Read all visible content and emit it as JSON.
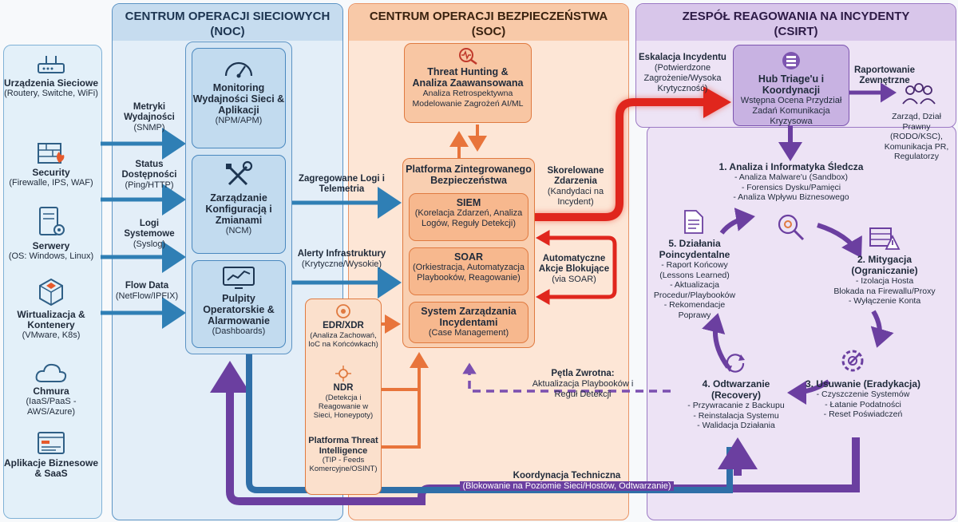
{
  "noc": {
    "header_line1": "CENTRUM OPERACJI SIECIOWYCH",
    "header_line2": "(NOC)"
  },
  "soc": {
    "header_line1": "CENTRUM OPERACJI BEZPIECZEŃSTWA",
    "header_line2": "(SOC)"
  },
  "csirt": {
    "header_line1": "ZESPÓŁ REAGOWANIA NA INCYDENTY",
    "header_line2": "(CSIRT)"
  },
  "sources": [
    {
      "title": "Urządzenia Sieciowe",
      "sub": "(Routery, Switche, WiFi)"
    },
    {
      "title": "Security",
      "sub": "(Firewalle, IPS, WAF)"
    },
    {
      "title": "Serwery",
      "sub": "(OS: Windows, Linux)"
    },
    {
      "title": "Wirtualizacja & Kontenery",
      "sub": "(VMware, K8s)"
    },
    {
      "title": "Chmura",
      "sub": "(IaaS/PaaS - AWS/Azure)"
    },
    {
      "title": "Aplikacje Biznesowe & SaaS",
      "sub": ""
    }
  ],
  "flows_left": [
    {
      "title": "Metryki Wydajności",
      "sub": "(SNMP)"
    },
    {
      "title": "Status Dostępności",
      "sub": "(Ping/HTTP)"
    },
    {
      "title": "Logi Systemowe",
      "sub": "(Syslog)"
    },
    {
      "title": "Flow Data",
      "sub": "(NetFlow/IPFIX)"
    }
  ],
  "noc_boxes": [
    {
      "title": "Monitoring Wydajności Sieci & Aplikacji",
      "sub": "(NPM/APM)"
    },
    {
      "title": "Zarządzanie Konfiguracją i Zmianami",
      "sub": "(NCM)"
    },
    {
      "title": "Pulpity Operatorskie & Alarmowanie",
      "sub": "(Dashboards)"
    }
  ],
  "noc_to_soc": [
    {
      "title": "Zagregowane Logi i Telemetria",
      "sub": ""
    },
    {
      "title": "Alerty Infrastruktury",
      "sub": "(Krytyczne/Wysokie)"
    }
  ],
  "threat_hunting": {
    "title": "Threat Hunting & Analiza Zaawansowana",
    "sub": "Analiza Retrospektywna Modelowanie Zagrożeń AI/ML"
  },
  "platform": {
    "title": "Platforma Zintegrowanego Bezpieczeństwa"
  },
  "siem": {
    "title": "SIEM",
    "sub": "(Korelacja Zdarzeń, Analiza Logów, Reguły Detekcji)"
  },
  "soar": {
    "title": "SOAR",
    "sub": "(Orkiestracja, Automatyzacja Playbooków, Reagowanie)"
  },
  "case_mgmt": {
    "title": "System Zarządzania Incydentami",
    "sub": "(Case Management)"
  },
  "edr": {
    "title": "EDR/XDR",
    "sub": "(Analiza Zachowań, IoC na Końcówkach)"
  },
  "ndr": {
    "title": "NDR",
    "sub": "(Detekcja i Reagowanie w Sieci, Honeypoty)"
  },
  "tip": {
    "title": "Platforma Threat Intelligence",
    "sub": "(TIP - Feeds Komercyjne/OSINT)"
  },
  "scored_events": {
    "title": "Skorelowane Zdarzenia",
    "sub": "(Kandydaci na Incydent)"
  },
  "auto_block": {
    "title": "Automatyczne Akcje Blokujące",
    "sub": "(via SOAR)"
  },
  "feedback": {
    "title": "Pętla Zwrotna:",
    "sub": "Aktualizacja Playbooków i Reguł Detekcji"
  },
  "escalation": {
    "title": "Eskalacja Incydentu",
    "sub": "(Potwierdzone Zagrożenie/Wysoka Krytyczność)"
  },
  "hub": {
    "title": "Hub Triage'u i Koordynacji",
    "sub": "Wstępna Ocena Przydział Zadań Komunikacja Kryzysowa"
  },
  "reporting": {
    "title": "Raportowanie Zewnętrzne",
    "sub": "Zarząd, Dział Prawny (RODO/KSC), Komunikacja PR, Regulatorzy"
  },
  "steps": [
    {
      "title": "1. Analiza i Informatyka Śledcza",
      "items": [
        "- Analiza Malware'u (Sandbox)",
        "- Forensics Dysku/Pamięci",
        "- Analiza Wpływu Biznesowego"
      ]
    },
    {
      "title": "2. Mitygacja (Ograniczanie)",
      "items": [
        "- Izolacja Hosta",
        "Blokada na Firewallu/Proxy",
        "- Wyłączenie Konta"
      ]
    },
    {
      "title": "3. Usuwanie (Eradykacja)",
      "items": [
        "- Czyszczenie Systemów",
        "- Łatanie Podatności",
        "- Reset Poświadczeń"
      ]
    },
    {
      "title": "4. Odtwarzanie (Recovery)",
      "items": [
        "- Przywracanie z Backupu",
        "- Reinstalacja Systemu",
        "- Walidacja Działania"
      ]
    },
    {
      "title": "5. Działania Poincydentalne",
      "items": [
        "- Raport Końcowy (Lessons Learned)",
        "- Aktualizacja Procedur/Playbooków",
        "- Rekomendacje Poprawy"
      ]
    }
  ],
  "coordination": {
    "title": "Koordynacja Techniczna",
    "sub": "(Blokowanie na Poziomie Sieci/Hostów, Odtwarzanie)"
  },
  "colors": {
    "noc": "#2f7fb5",
    "soc": "#e8743b",
    "csirt": "#6b3fa0",
    "alert": "#e0261d"
  }
}
